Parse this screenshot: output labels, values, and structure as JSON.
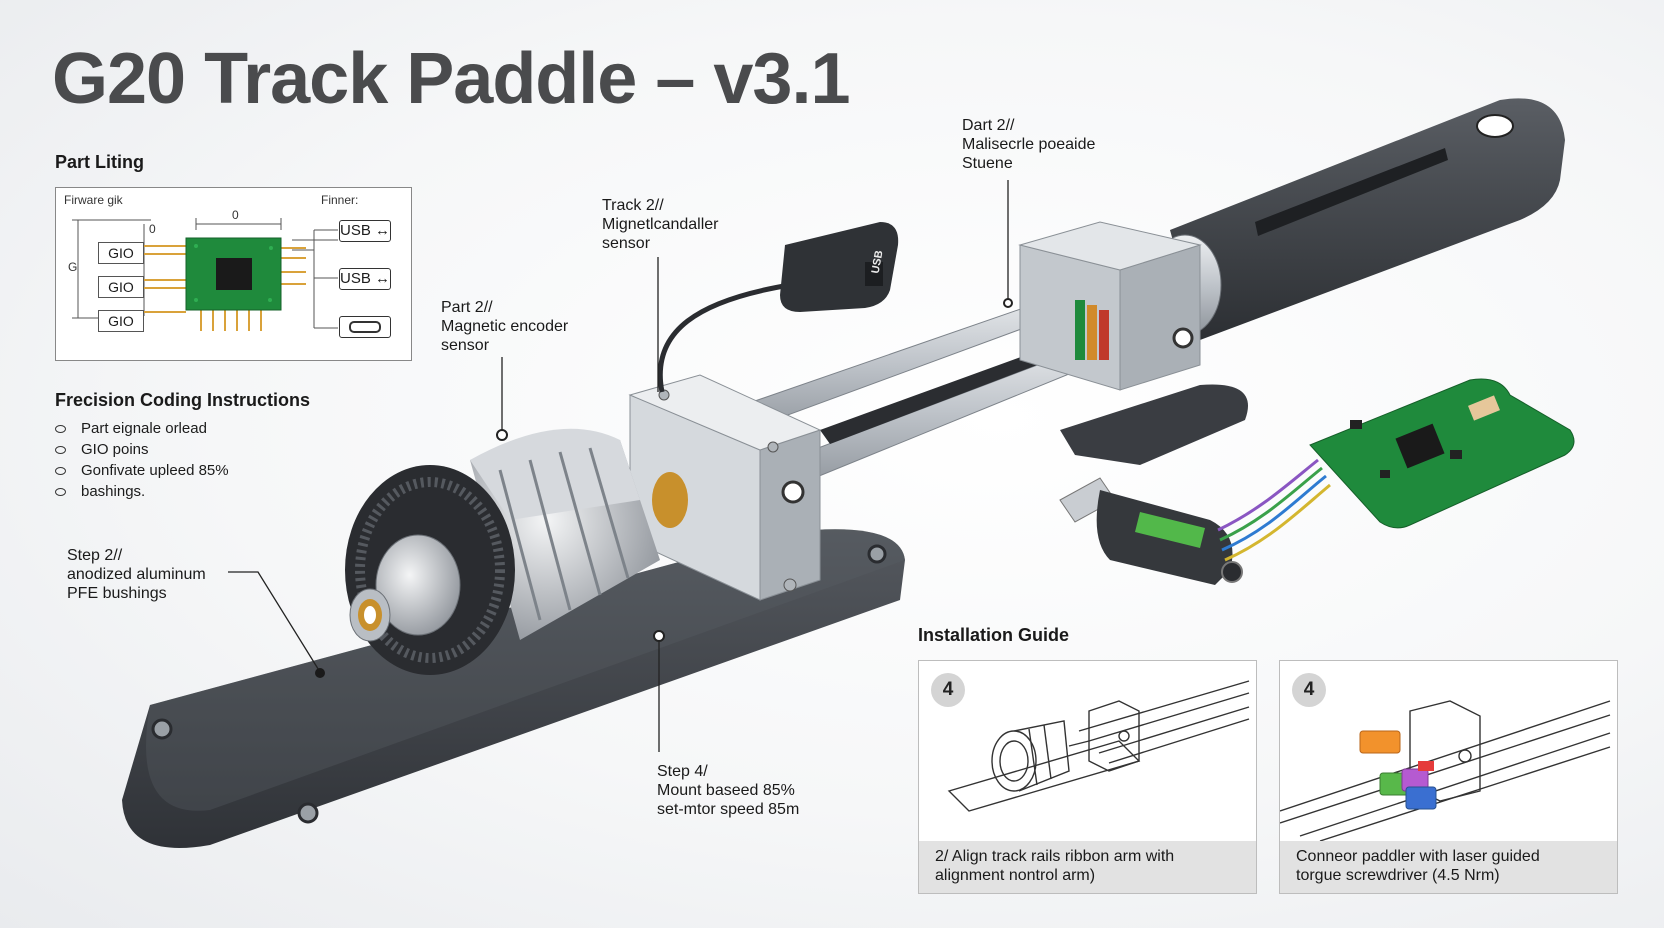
{
  "title": "G20 Track Paddle – v3.1",
  "part_listing": {
    "heading": "Part Liting",
    "schematic": {
      "firmware_label": "Firware gik",
      "firmware_label_right": "Finner:",
      "dim_top": "0",
      "dim_left": "G",
      "pin_left_marker": "0",
      "pins": [
        "GIO",
        "GIO",
        "GIO"
      ],
      "usb_ports": [
        "USB",
        "USB"
      ]
    }
  },
  "instructions": {
    "heading": "Frecision Coding Instructions",
    "items": [
      "Part eignale orlead",
      "GIO poins",
      "Gonfivate upleed 85%",
      "bashings."
    ]
  },
  "callouts": {
    "part_encoder": [
      "Part 2//",
      "Magnetic encoder",
      "sensor"
    ],
    "track_sensor": [
      "Track 2//",
      "Mignetlcandaller",
      "sensor"
    ],
    "part_top": [
      "Dart 2//",
      "Malisecrle poeaide",
      "Stuene"
    ],
    "step_2": [
      "Step 2//",
      "anodized aluminum",
      "PFE bushings"
    ],
    "step_4": [
      "Step 4/",
      "Mount baseed 85%",
      "set-mtor speed 85m"
    ]
  },
  "usb_cable_marking": "USB",
  "installation": {
    "heading": "Installation Guide",
    "panels": [
      {
        "number": "4",
        "caption": [
          "2/ Align track rails ribbon arm with",
          "alignment nontrol arm)"
        ]
      },
      {
        "number": "4",
        "caption": [
          "Conneor  paddler  with laser guided",
          "torgue screwdriver (4.5 Nrm)"
        ]
      }
    ]
  },
  "colors": {
    "title": "#4a4b4d",
    "pcb_green": "#1f8a3c",
    "handle_dark": "#3a3d42",
    "aluminum": "#c9cdd2",
    "base_plate": "#3d4046",
    "copper": "#c8902c"
  }
}
